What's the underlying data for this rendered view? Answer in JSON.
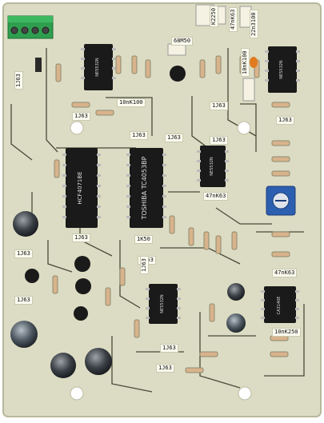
{
  "labels": {
    "lbl_10nk100_top": "10nK100",
    "lbl_10nk100_side": "10nK100",
    "lbl_1j63_a": "1J63",
    "lbl_1j63_b": "1J63",
    "lbl_1j63_c": "1J63",
    "lbl_1j63_d": "1J63",
    "lbl_1j63_e": "1J63",
    "lbl_1j63_f": "1J63",
    "lbl_1j63_g": "1J63",
    "lbl_1j63_h": "1J63",
    "lbl_1j63_i": "1J63",
    "lbl_1j63_j": "1J63",
    "lbl_1j63_k": "1J63",
    "lbl_1j63_l": "1J63",
    "lbl_1j63_m": "1J63",
    "lbl_1j63_n": "1J63",
    "lbl_47nk63_mid": "47nK63",
    "lbl_47nk63_right": "47nK63",
    "lbl_68m50": "68M50",
    "lbl_1k50": "1K50",
    "lbl_10nk250": "10nK250",
    "lbl_22n3100": "22n3100",
    "lbl_k2250": "K2250",
    "lbl_47n63": "47nK63"
  },
  "chips": {
    "u1": "NE5532N",
    "u2": "NE5532N",
    "u3": "HCF4071BE",
    "u4": "TOSHIBA TC4053BP",
    "u5": "NE5532N",
    "u6": "NE5532N",
    "u7": "CA3140E"
  },
  "colors": {
    "board": "#dcdcc4",
    "trace": "#4a4a3a",
    "chip": "#1a1a1a",
    "terminal": "#2f9e4f",
    "trimmer": "#2d5fb0",
    "label_bg": "#fbfbf0"
  }
}
